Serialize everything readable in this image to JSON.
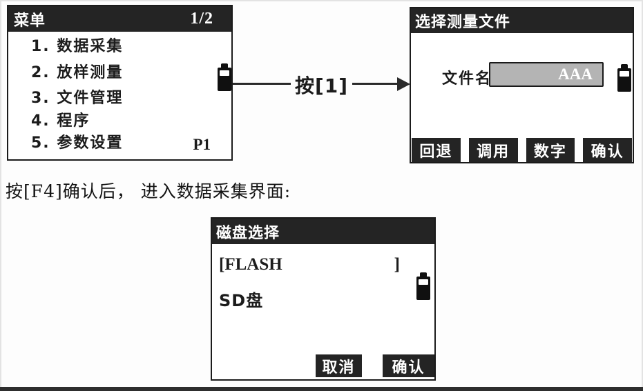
{
  "page": {
    "caption": "按[F4]确认后， 进入数据采集界面:",
    "arrow_label": "按[1]"
  },
  "menu_screen": {
    "title": "菜单",
    "page_indicator": "1/2",
    "items": [
      "1. 数据采集",
      "2. 放样测量",
      "3. 文件管理",
      "4. 程序",
      "5. 参数设置"
    ],
    "page_label": "P1"
  },
  "file_screen": {
    "title": "选择测量文件",
    "field_label": "文件名:",
    "field_value": "AAA",
    "softkeys": [
      "回退",
      "调用",
      "数字",
      "确认"
    ]
  },
  "disk_screen": {
    "title": "磁盘选择",
    "flash_option": "[FLASH",
    "flash_bracket": "]",
    "sd_option": "SD盘",
    "softkeys": [
      "取消",
      "确认"
    ]
  },
  "icons": {
    "battery": "battery-icon",
    "arrow": "arrow-right-icon"
  },
  "colors": {
    "titlebar": "#242424",
    "softkey": "#242424",
    "screen_border": "#1b1b1b",
    "field_fill": "#b4b4b4",
    "text_on_dark": "#ffffff",
    "arrow": "#2a2a2a",
    "bottom_bar": "#2e2e2e"
  }
}
